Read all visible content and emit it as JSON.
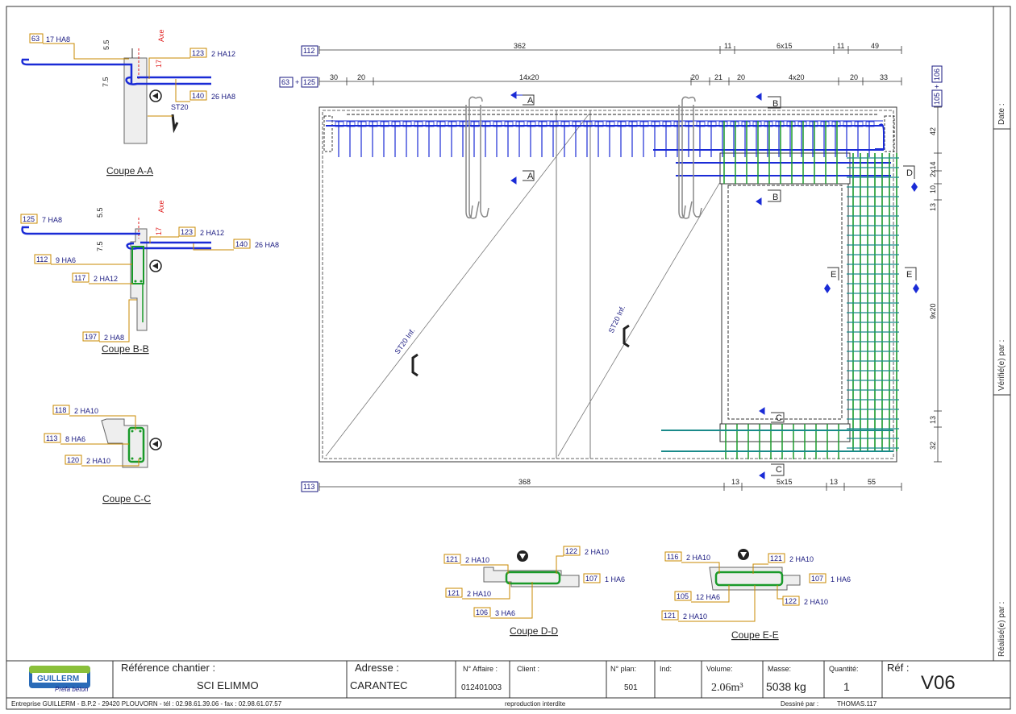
{
  "sections": {
    "aa": "Coupe A-A",
    "bb": "Coupe B-B",
    "cc": "Coupe C-C",
    "dd": "Coupe D-D",
    "ee": "Coupe E-E"
  },
  "axe": "Axe",
  "st20": "ST20",
  "st20_inf": "ST20 Inf.",
  "section_markers": {
    "a": "A",
    "b": "B",
    "c": "C",
    "d": "D",
    "e": "E"
  },
  "rebar_aa": [
    {
      "code": "63",
      "desc": "17 HA8"
    },
    {
      "code": "123",
      "desc": "2 HA12"
    },
    {
      "code": "140",
      "desc": "26 HA8"
    }
  ],
  "rebar_bb": [
    {
      "code": "125",
      "desc": "7 HA8"
    },
    {
      "code": "123",
      "desc": "2 HA12"
    },
    {
      "code": "140",
      "desc": "26 HA8"
    },
    {
      "code": "112",
      "desc": "9 HA6"
    },
    {
      "code": "117",
      "desc": "2 HA12"
    },
    {
      "code": "197",
      "desc": "2 HA8"
    }
  ],
  "rebar_cc": [
    {
      "code": "118",
      "desc": "2 HA10"
    },
    {
      "code": "113",
      "desc": "8 HA6"
    },
    {
      "code": "120",
      "desc": "2 HA10"
    }
  ],
  "rebar_dd": [
    {
      "code": "121",
      "desc": "2 HA10"
    },
    {
      "code": "122",
      "desc": "2 HA10"
    },
    {
      "code": "107",
      "desc": "1 HA6"
    },
    {
      "code": "121",
      "desc": "2 HA10"
    },
    {
      "code": "106",
      "desc": "3 HA6"
    }
  ],
  "rebar_ee": [
    {
      "code": "116",
      "desc": "2 HA10"
    },
    {
      "code": "121",
      "desc": "2 HA10"
    },
    {
      "code": "107",
      "desc": "1 HA6"
    },
    {
      "code": "105",
      "desc": "12 HA6"
    },
    {
      "code": "122",
      "desc": "2 HA10"
    },
    {
      "code": "121",
      "desc": "2 HA10"
    }
  ],
  "dims_aa": [
    "5.5",
    "17",
    "7.5"
  ],
  "dims_bb": [
    "5.5",
    "17",
    "7.5"
  ],
  "plan_dims": {
    "top1": [
      "362",
      "11",
      "6x15",
      "11",
      "49"
    ],
    "top2": [
      "30",
      "20",
      "14x20",
      "20",
      "21",
      "20",
      "4x20",
      "20",
      "33"
    ],
    "bottom": [
      "368",
      "13",
      "5x15",
      "13",
      "55"
    ],
    "right": [
      "42",
      "2x14",
      "10",
      "13",
      "9x20",
      "13",
      "32"
    ],
    "top1_tag": "112",
    "top2_tag_a": "63",
    "top2_plus": "+",
    "top2_tag_b": "125",
    "bottom_tag": "113",
    "right_tag_a": "106",
    "right_plus": "+",
    "right_tag_b": "105"
  },
  "side_labels": {
    "date": "Date :",
    "verifie": "Vérifié(e) par :",
    "realise": "Réalisé(e) par :"
  },
  "title_block": {
    "logo_name": "GUILLERM",
    "logo_sub": "Préfa béton",
    "ref_chantier_label": "Référence chantier :",
    "ref_chantier_value": "SCI ELIMMO",
    "adresse_label": "Adresse :",
    "adresse_value": "CARANTEC",
    "affaire_label": "N° Affaire :",
    "affaire_value": "012401003",
    "client_label": "Client :",
    "plan_label": "N° plan:",
    "plan_value": "501",
    "ind_label": "Ind:",
    "volume_label": "Volume:",
    "volume_value": "2.06m³",
    "masse_label": "Masse:",
    "masse_value": "5038  kg",
    "quantite_label": "Quantité:",
    "quantite_value": "1",
    "ref_label": "Réf :",
    "ref_value": "V06",
    "footer_company": "Entreprise GUILLERM - B.P.2 - 29420 PLOUVORN - tél : 02.98.61.39.06 - fax : 02.98.61.07.57",
    "footer_repro": "reproduction interdite",
    "footer_dessine_label": "Dessiné par :",
    "footer_dessine_value": "THOMAS.117"
  },
  "colors": {
    "rebar_blue": "#1a2bd6",
    "rebar_green": "#1a9a2a",
    "rebar_teal": "#1a8a8a",
    "callout_orange": "#c88a00",
    "axe_red": "#e02020",
    "label_navy": "#1a1a80"
  }
}
